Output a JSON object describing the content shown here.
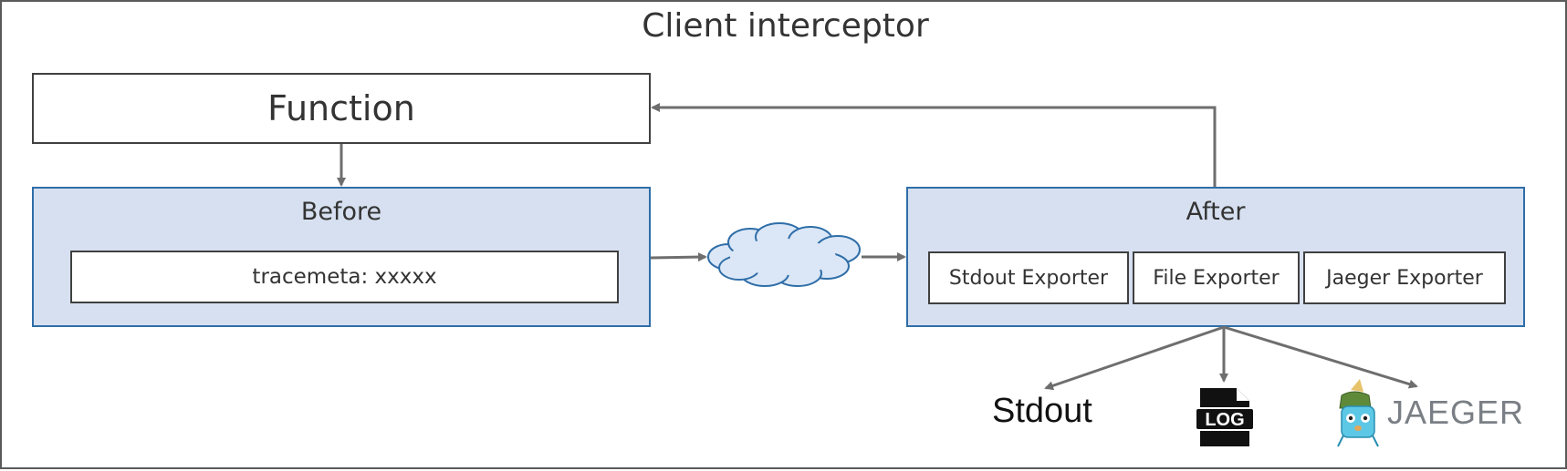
{
  "title": "Client interceptor",
  "function_box": {
    "label": "Function"
  },
  "before": {
    "label": "Before",
    "field": "tracemeta: xxxxx"
  },
  "after": {
    "label": "After",
    "exporters": [
      "Stdout Exporter",
      "File Exporter",
      "Jaeger Exporter"
    ]
  },
  "network": {
    "icon": "cloud-icon"
  },
  "outputs": {
    "stdout": "Stdout",
    "log_icon": {
      "icon": "log-file-icon",
      "text": "LOG"
    },
    "jaeger": {
      "icon": "jaeger-mascot-icon",
      "text": "JAEGER"
    }
  },
  "colors": {
    "panel_fill": "#d6e0f0",
    "panel_border": "#2f6ea8",
    "cloud_fill": "#dbe7f6",
    "cloud_stroke": "#2f6ea8",
    "arrow": "#6e6e6e"
  }
}
